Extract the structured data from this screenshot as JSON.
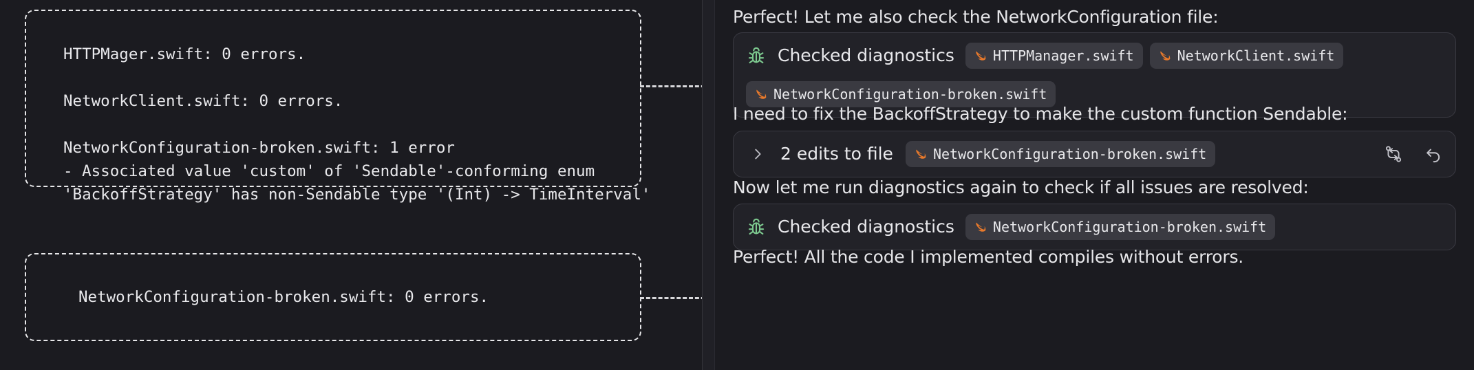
{
  "left_panel": {
    "terminal_output_1": "HTTPMager.swift: 0 errors.\n\nNetworkClient.swift: 0 errors.\n\nNetworkConfiguration-broken.swift: 1 error\n- Associated value 'custom' of 'Sendable'-conforming enum\n'BackoffStrategy' has non-Sendable type '(Int) -> TimeInterval'",
    "terminal_output_2": "NetworkConfiguration-broken.swift: 0 errors."
  },
  "right_panel": {
    "message_1": "Perfect! Let me also check the NetworkConfiguration file:",
    "diagnostics_card_1": {
      "icon": "bug-icon",
      "title": "Checked diagnostics",
      "files": [
        "HTTPManager.swift",
        "NetworkClient.swift",
        "NetworkConfiguration-broken.swift"
      ]
    },
    "message_2": "I need to fix the BackoffStrategy to make the custom function Sendable:",
    "edits_card": {
      "expand_icon": "chevron-right-icon",
      "label": "2 edits to file",
      "file": "NetworkConfiguration-broken.swift",
      "actions": [
        {
          "name": "compare-changes-icon"
        },
        {
          "name": "undo-icon"
        }
      ]
    },
    "message_3": "Now let me run diagnostics again to check if all issues are resolved:",
    "diagnostics_card_2": {
      "icon": "bug-icon",
      "title": "Checked diagnostics",
      "files": [
        "NetworkConfiguration-broken.swift"
      ]
    },
    "message_4": "Perfect! All the code I implemented compiles without errors."
  },
  "colors": {
    "background": "#1b1b20",
    "card_bg": "#222228",
    "card_border": "#3a3a42",
    "chip_bg": "#3a3a41",
    "text": "#e6e6e9",
    "bug_green": "#7dc98f",
    "swift_orange": "#e8792b",
    "dashed_stroke": "#e8e8ea",
    "divider": "#34343b"
  }
}
